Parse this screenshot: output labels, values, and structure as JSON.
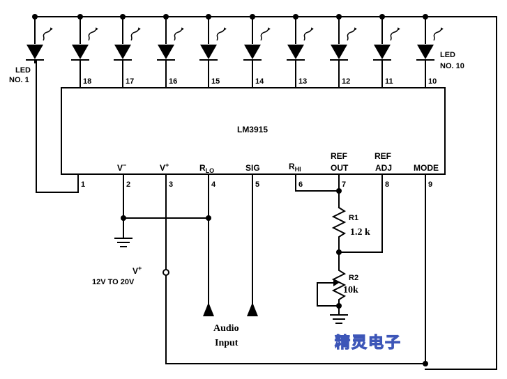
{
  "chip": {
    "name": "LM3915"
  },
  "led_labels": {
    "first_line1": "LED",
    "first_line2": "NO. 1",
    "last_line1": "LED",
    "last_line2": "NO. 10"
  },
  "top_pins": [
    "18",
    "17",
    "16",
    "15",
    "14",
    "13",
    "12",
    "11",
    "10"
  ],
  "bottom_pins": [
    {
      "num": "1",
      "label": ""
    },
    {
      "num": "2",
      "label": "V−"
    },
    {
      "num": "3",
      "label": "V+"
    },
    {
      "num": "4",
      "label": "RLO"
    },
    {
      "num": "5",
      "label": "SIG"
    },
    {
      "num": "6",
      "label": "RHI"
    },
    {
      "num": "7",
      "label": "REF OUT"
    },
    {
      "num": "8",
      "label": "REF ADJ"
    },
    {
      "num": "9",
      "label": "MODE"
    }
  ],
  "supply": {
    "symbol": "V+",
    "range": "12V TO 20V"
  },
  "r1": {
    "name": "R1",
    "value": "1.2 k"
  },
  "r2": {
    "name": "R2",
    "value": "10k"
  },
  "input": {
    "line1": "Audio",
    "line2": "Input"
  },
  "watermark": "精灵电子"
}
